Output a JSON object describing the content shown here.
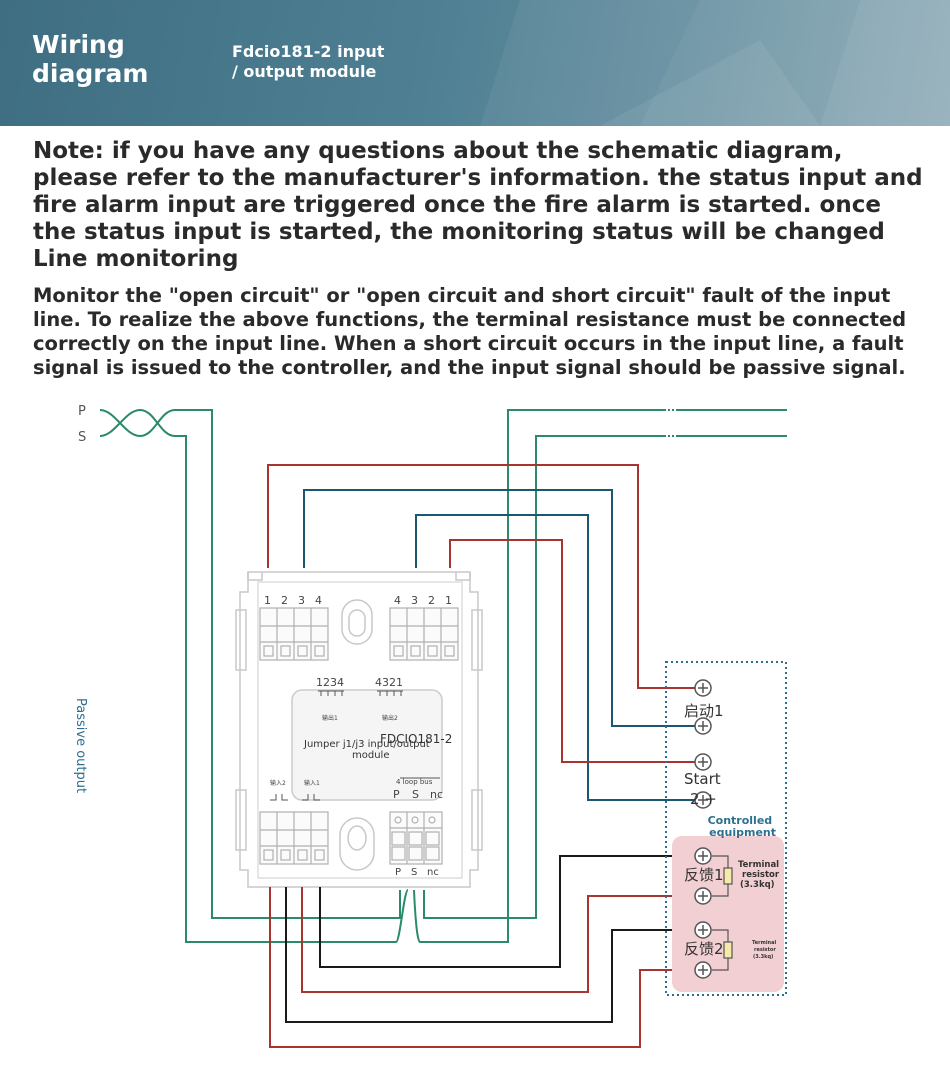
{
  "header": {
    "title": "Wiring diagram",
    "subtitle": "Fdcio181-2 input / output module"
  },
  "note": "Note: if you have any questions about the schematic diagram, please refer to the manufacturer's information. the status input and fire alarm input are triggered once the fire alarm is started. once the status input is started, the monitoring status will be changed Line monitoring",
  "description": "Monitor the \"open circuit\" or \"open circuit and short circuit\" fault of the input line. To realize the above functions, the terminal resistance must be connected correctly on the input line. When a short circuit occurs in the input line, a fault signal is issued to the controller, and the input signal should be passive signal.",
  "diagram": {
    "ps_labels": [
      "P",
      "S"
    ],
    "passive_output": "Passive output",
    "top_terminals_left": [
      "1",
      "2",
      "3",
      "4"
    ],
    "top_terminals_right": [
      "4",
      "3",
      "2",
      "1"
    ],
    "jumper_left": "1234",
    "jumper_right": "4321",
    "output_left": "输出1",
    "output_right": "输出2",
    "module_name": "FDCIO181-2",
    "module_desc": "Jumper j1/j3 input/output module",
    "input_left_a": "输入2",
    "input_left_b": "输入1",
    "loop_label": "4 loop bus",
    "loop_terms": [
      "P",
      "S",
      "nc"
    ],
    "bottom_terms": [
      "P",
      "S",
      "nc"
    ],
    "start1": "启动1",
    "start2_a": "Start",
    "start2_b": "2 +",
    "controlled_equipment": "Controlled equipment",
    "feedback1": "反馈1",
    "feedback2": "反馈2",
    "terminal_resistor_1": [
      "Terminal",
      "resistor",
      "(3.3kq)"
    ],
    "terminal_resistor_2": [
      "Terminal",
      "resistor",
      "(3.3kq)"
    ],
    "colors": {
      "red": "#a8332f",
      "blue": "#1d5670",
      "green": "#2b8a6a",
      "black": "#1a1a1a",
      "frame": "#cfcfcf",
      "panel": "#f2cfd2",
      "dotted": "#2e6f90"
    }
  }
}
